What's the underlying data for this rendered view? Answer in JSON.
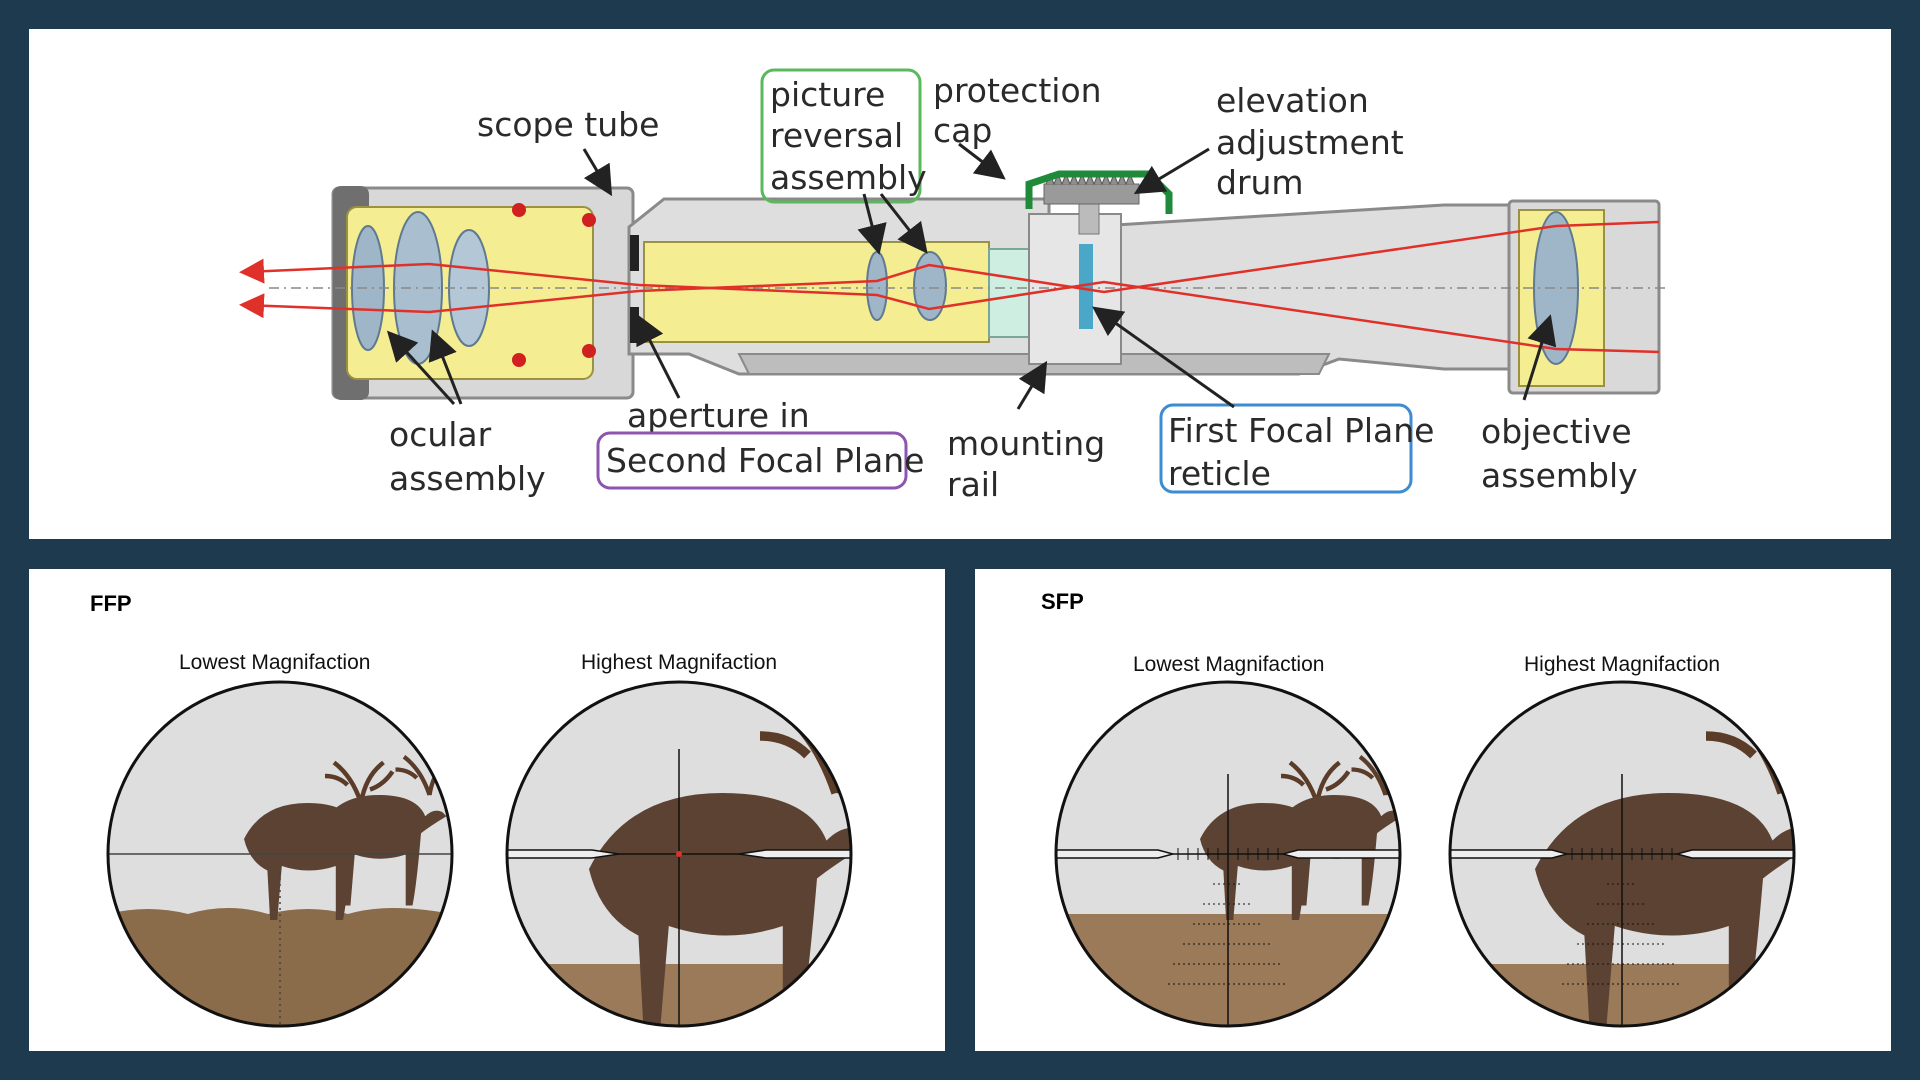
{
  "diagram": {
    "labels": {
      "scope_tube": "scope tube",
      "picture_reversal_1": "picture",
      "picture_reversal_2": "reversal",
      "picture_reversal_3": "assembly",
      "protection_cap_1": "protection",
      "protection_cap_2": "cap",
      "elevation_1": "elevation",
      "elevation_2": "adjustment",
      "elevation_3": "drum",
      "ocular_1": "ocular",
      "ocular_2": "assembly",
      "aperture_1": "aperture in",
      "aperture_2": "Second Focal Plane",
      "mounting_1": "mounting",
      "mounting_2": "rail",
      "ffp_reticle_1": "First Focal Plane",
      "ffp_reticle_2": "reticle",
      "objective_1": "objective",
      "objective_2": "assembly"
    },
    "colors": {
      "background": "#1d3a4e",
      "light_ray": "#e0302a",
      "lens_body": "#f3ec8f",
      "lens_glass": "#9fb6c8",
      "tube": "#dcdcdc",
      "box_green": "#5cb85c",
      "box_purple": "#8e55b0",
      "box_blue": "#3d8bd0",
      "cap_green": "#1e8a3a"
    }
  },
  "ffp": {
    "title": "FFP",
    "low_label": "Lowest Magnifaction",
    "high_label": "Highest Magnifaction"
  },
  "sfp": {
    "title": "SFP",
    "low_label": "Lowest Magnifaction",
    "high_label": "Highest Magnifaction"
  }
}
